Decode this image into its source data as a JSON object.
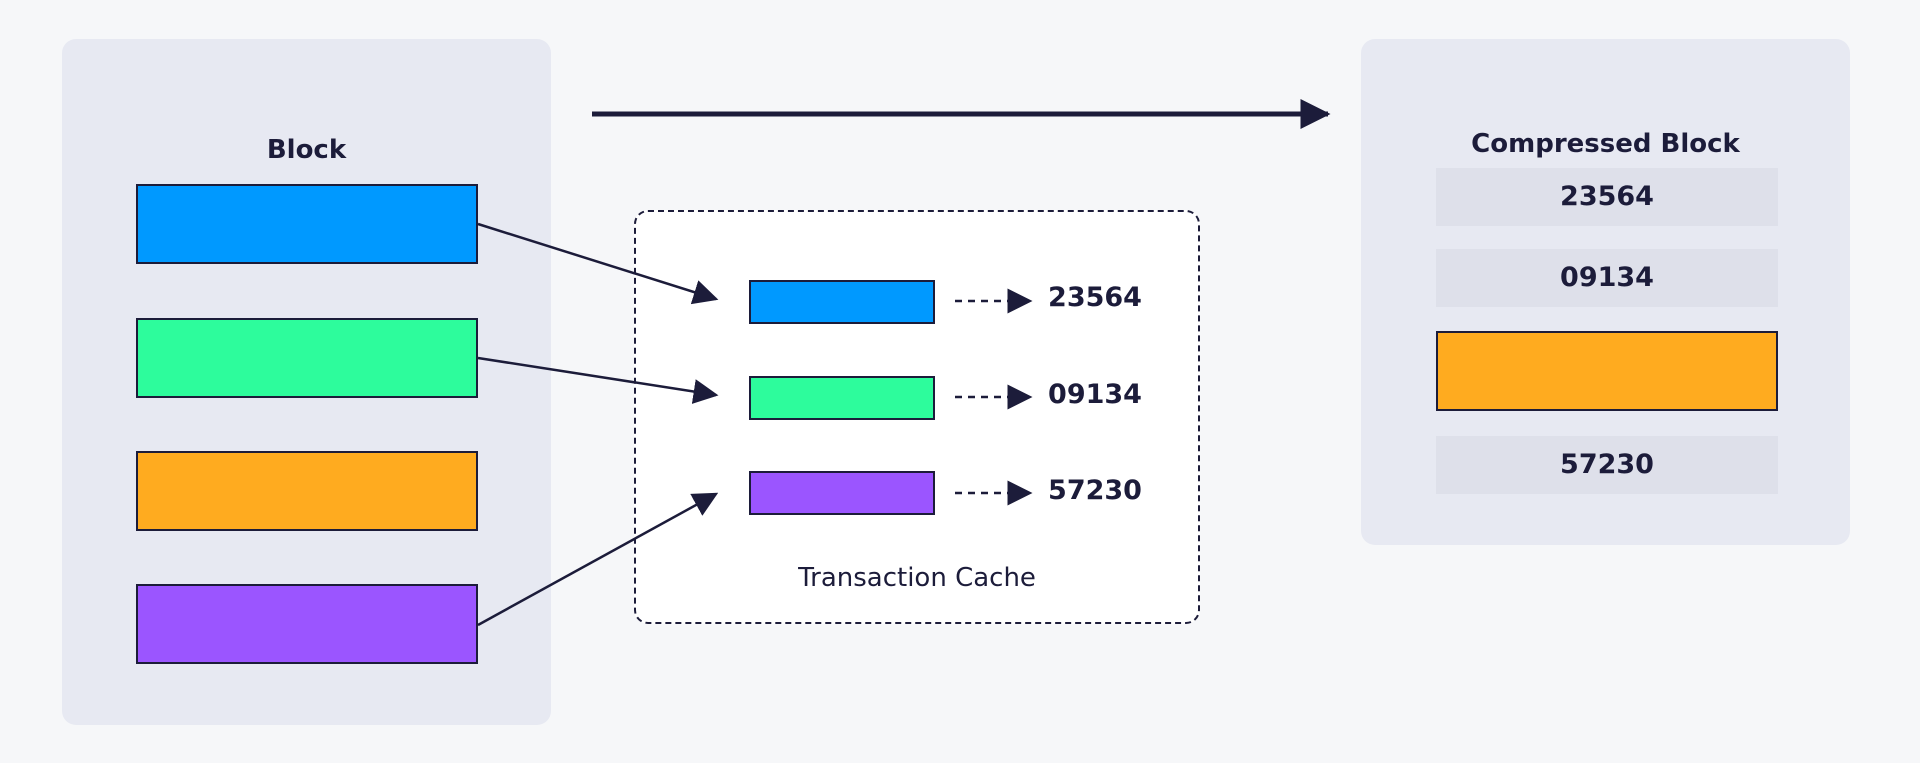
{
  "block": {
    "title": "Block",
    "transactions": [
      {
        "color": "#0099ff"
      },
      {
        "color": "#2dfc9c"
      },
      {
        "color": "#ffab1f"
      },
      {
        "color": "#9b55ff"
      }
    ]
  },
  "cache": {
    "title": "Transaction Cache",
    "entries": [
      {
        "color": "#0099ff",
        "hash": "23564"
      },
      {
        "color": "#2dfc9c",
        "hash": "09134"
      },
      {
        "color": "#9b55ff",
        "hash": "57230"
      }
    ]
  },
  "compressed_block": {
    "title": "Compressed Block",
    "slots": [
      {
        "type": "hash",
        "value": "23564"
      },
      {
        "type": "hash",
        "value": "09134"
      },
      {
        "type": "transaction",
        "color": "#ffab1f"
      },
      {
        "type": "hash",
        "value": "57230"
      }
    ]
  },
  "colors": {
    "stroke": "#1c1c3a",
    "panel": "#e7e9f2",
    "slot": "#dee0ea",
    "background": "#f6f7f9"
  }
}
